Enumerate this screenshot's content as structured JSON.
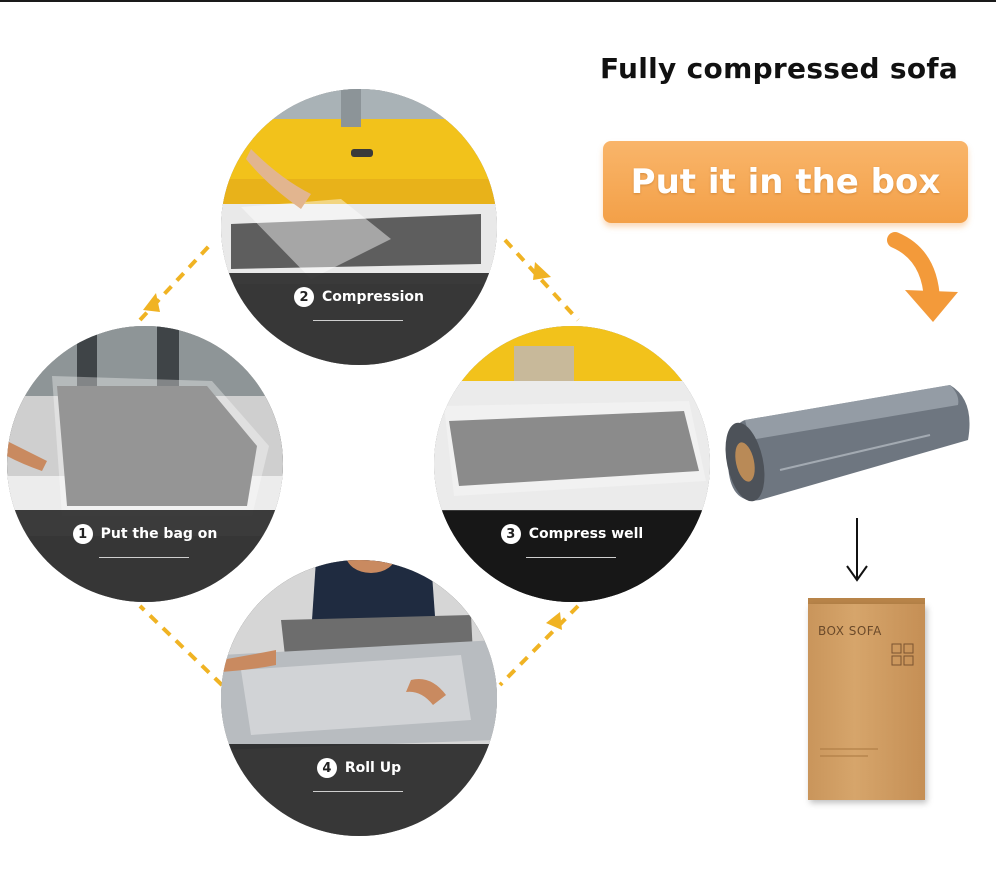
{
  "header": {
    "title": "Fully compressed sofa"
  },
  "banner": {
    "text": "Put it in the box"
  },
  "steps": [
    {
      "number": "1",
      "label": "Put the bag on"
    },
    {
      "number": "2",
      "label": "Compression"
    },
    {
      "number": "3",
      "label": "Compress well"
    },
    {
      "number": "4",
      "label": "Roll Up"
    }
  ],
  "box": {
    "label": "BOX SOFA"
  },
  "colors": {
    "accent_arrow": "#f0b323",
    "banner": "#f3a048",
    "machine_yellow": "#f2c21b",
    "sofa_gray": "#6b6b6b",
    "box_kraft": "#d0a066"
  }
}
